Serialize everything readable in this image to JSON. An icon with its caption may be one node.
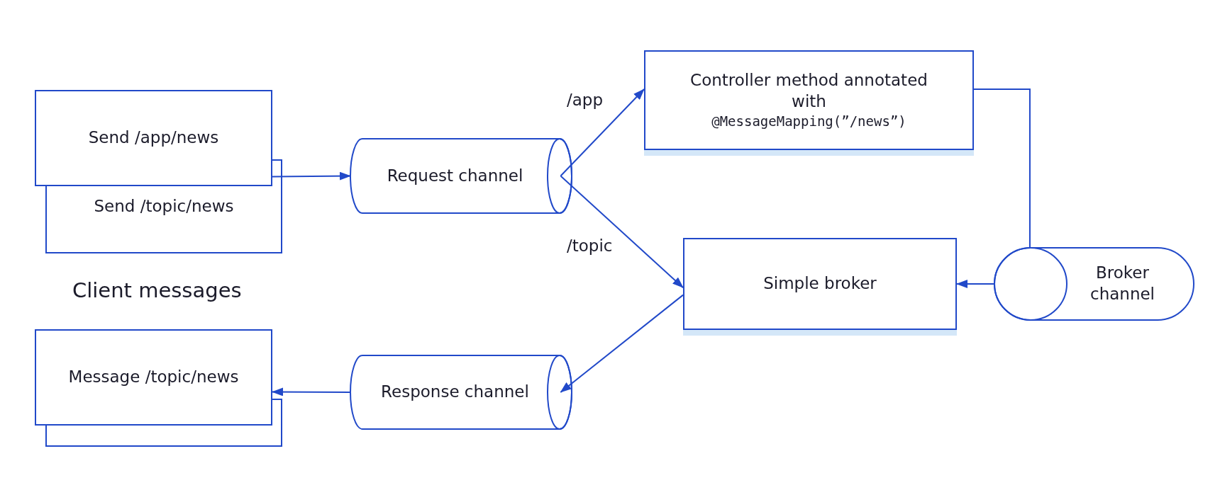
{
  "diagram": {
    "nodes": [
      {
        "text": [
          "Send /app/news"
        ]
      },
      {
        "text": [
          "Send /topic/news"
        ]
      },
      {
        "text": [
          "Request channel"
        ]
      },
      {
        "text": [
          "Controller method annotated with",
          "@MessageMapping(”/news”)"
        ]
      },
      {
        "text": [
          "Simple broker"
        ]
      },
      {
        "text": [
          "Broker channel"
        ]
      },
      {
        "text": [
          "Message /topic/news"
        ]
      },
      {
        "text": [],
        "shape": "box"
      },
      {
        "text": [
          "Response channel"
        ]
      }
    ],
    "edges": [
      {
        "from": 0,
        "to": 2,
        "arrow": "to"
      },
      {
        "from": 2,
        "to": 3,
        "arrow": "to",
        "label": "/app"
      },
      {
        "from": 2,
        "to": 4,
        "arrow": "to",
        "label": "/topic"
      },
      {
        "from": 3,
        "to": 5,
        "arrow": "none"
      },
      {
        "from": 5,
        "to": 4,
        "arrow": "to"
      },
      {
        "from": 4,
        "to": 8,
        "arrow": "to"
      },
      {
        "from": 8,
        "to": 6,
        "arrow": "to"
      }
    ],
    "labels": [
      "Client messages"
    ]
  }
}
